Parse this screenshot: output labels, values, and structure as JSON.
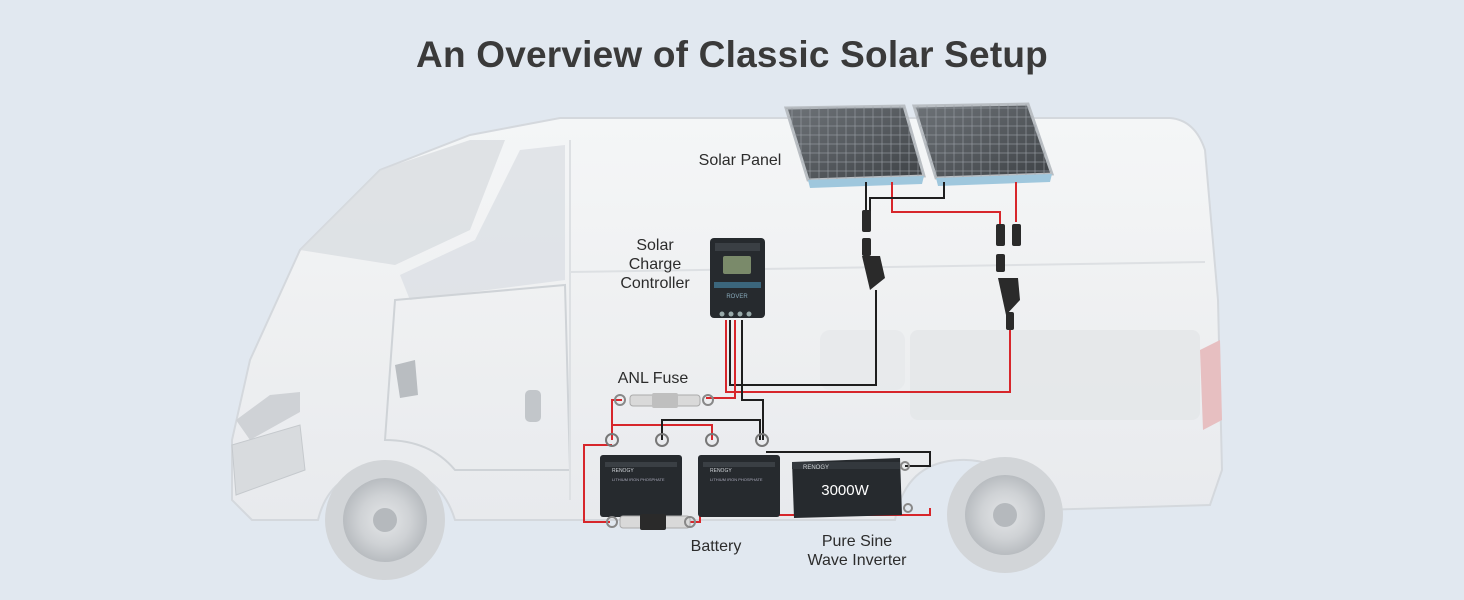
{
  "title": "An Overview of Classic Solar Setup",
  "labels": {
    "solar_panel": "Solar Panel",
    "charge_controller": [
      "Solar",
      "Charge",
      "Controller"
    ],
    "anl_fuse": "ANL Fuse",
    "battery": "Battery",
    "inverter": [
      "Pure Sine",
      "Wave Inverter"
    ]
  },
  "device_text": {
    "inverter_power": "3000W",
    "brand": "RENOGY",
    "controller_model": "ROVER",
    "battery_model": "LITHIUM IRON PHOSPHATE"
  },
  "colors": {
    "background": "#e1e8f0",
    "positive_wire": "#d7262b",
    "negative_wire": "#1e1e1e",
    "device_body": "#262a2e"
  }
}
